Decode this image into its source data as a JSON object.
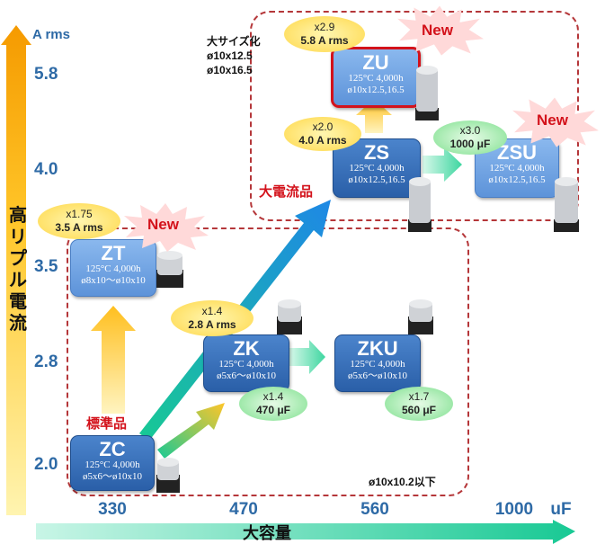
{
  "y_axis": {
    "unit": "A rms",
    "title": "高リプル電流",
    "title_chars": [
      "高",
      "リ",
      "プ",
      "ル",
      "電",
      "流"
    ],
    "ticks": [
      "5.8",
      "4.0",
      "3.5",
      "2.8",
      "2.0"
    ]
  },
  "x_axis": {
    "unit": "uF",
    "title": "大容量",
    "ticks": [
      "330",
      "470",
      "560",
      "1000"
    ]
  },
  "region_labels": {
    "large_size": "大サイズ化",
    "large_size_dims": [
      "ø10x12.5",
      "ø10x16.5"
    ],
    "high_current": "大電流品",
    "standard": "標準品",
    "size_limit": "ø10x10.2以下"
  },
  "series": [
    {
      "name": "ZC",
      "spec": "125°C 4,000h",
      "size": "ø5x6～ø10x10"
    },
    {
      "name": "ZK",
      "spec": "125°C 4,000h",
      "size": "ø5x6～ø10x10"
    },
    {
      "name": "ZKU",
      "spec": "125°C 4,000h",
      "size": "ø5x6～ø10x10"
    },
    {
      "name": "ZT",
      "spec": "125°C 4,000h",
      "size": "ø8x10～ø10x10"
    },
    {
      "name": "ZS",
      "spec": "125°C 4,000h",
      "size": "ø10x12.5,16.5"
    },
    {
      "name": "ZU",
      "spec": "125°C 4,000h",
      "size": "ø10x12.5,16.5"
    },
    {
      "name": "ZSU",
      "spec": "125°C 4,000h",
      "size": "ø10x12.5,16.5"
    }
  ],
  "bubbles": [
    {
      "mult": "x1.75",
      "value": "3.5 A rms"
    },
    {
      "mult": "x1.4",
      "value": "2.8 A rms"
    },
    {
      "mult": "x2.0",
      "value": "4.0 A rms"
    },
    {
      "mult": "x2.9",
      "value": "5.8 A rms"
    },
    {
      "mult": "x1.4",
      "value": "470 μF"
    },
    {
      "mult": "x1.7",
      "value": "560 μF"
    },
    {
      "mult": "x3.0",
      "value": "1000 μF"
    }
  ],
  "new_label": "New",
  "colors": {
    "accent_red": "#d3121b",
    "axis_blue": "#2e6aa6",
    "box_blue": "#2a5fa8"
  }
}
